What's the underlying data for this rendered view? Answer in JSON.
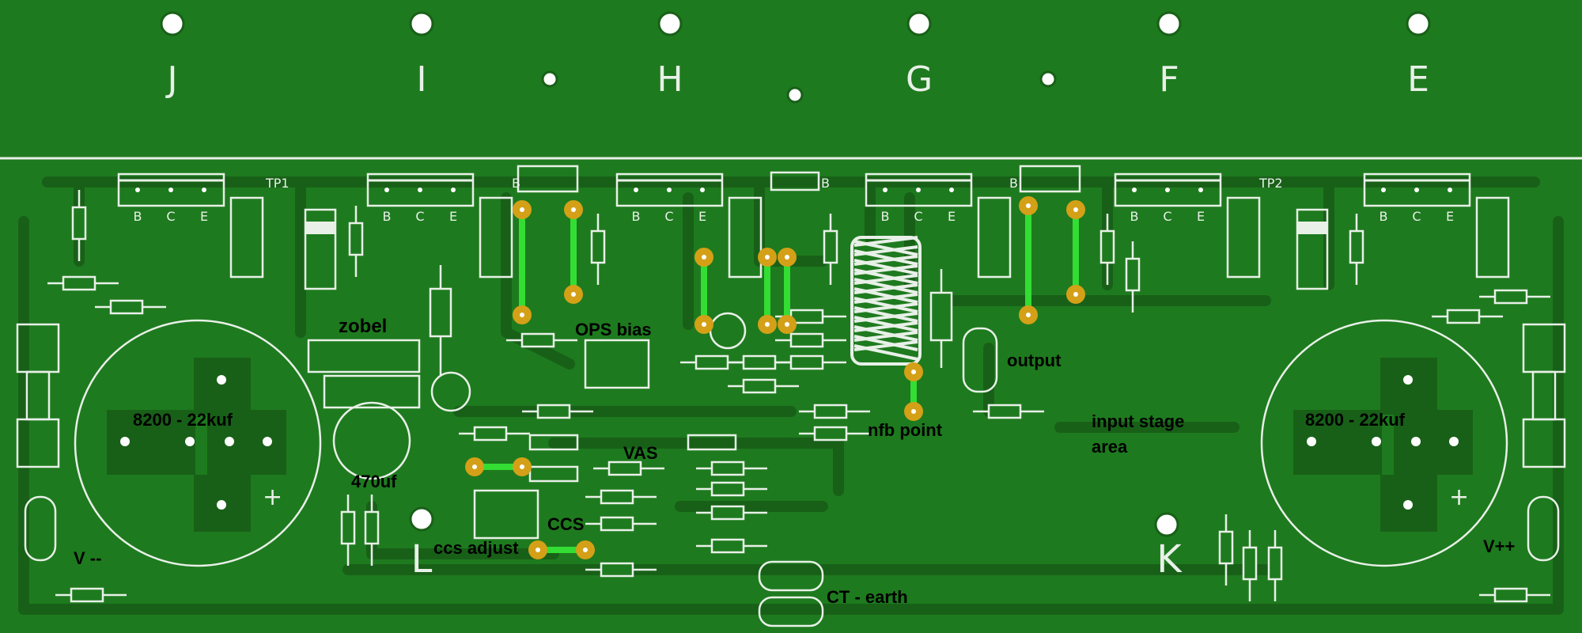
{
  "board": {
    "colors": {
      "board": "#1e7a1e",
      "trace": "#186018",
      "silkscreen": "#e8f0e8",
      "pad": "#d4a017",
      "jumper": "#33dd33",
      "label": "#000000"
    },
    "heatsink_letters": [
      "J",
      "I",
      "H",
      "G",
      "F",
      "E"
    ],
    "corner_letters": [
      "L",
      "K"
    ],
    "transistor_pins": [
      "B",
      "C",
      "E"
    ],
    "bias_pin": "B",
    "test_points": [
      "TP1",
      "TP2"
    ],
    "labels": {
      "zobel": "zobel",
      "ops_bias": "OPS bias",
      "output": "output",
      "nfb_point": "nfb point",
      "input_stage": [
        "input stage",
        "area"
      ],
      "cap_left": "8200 - 22kuf",
      "cap_right": "8200 - 22kuf",
      "cap_470": "470uf",
      "vas": "VAS",
      "ccs": "CCS",
      "ccs_adjust": "ccs adjust",
      "ct_earth": "CT - earth",
      "v_minus": "V --",
      "v_plus": "V++"
    },
    "polarity": "+"
  }
}
